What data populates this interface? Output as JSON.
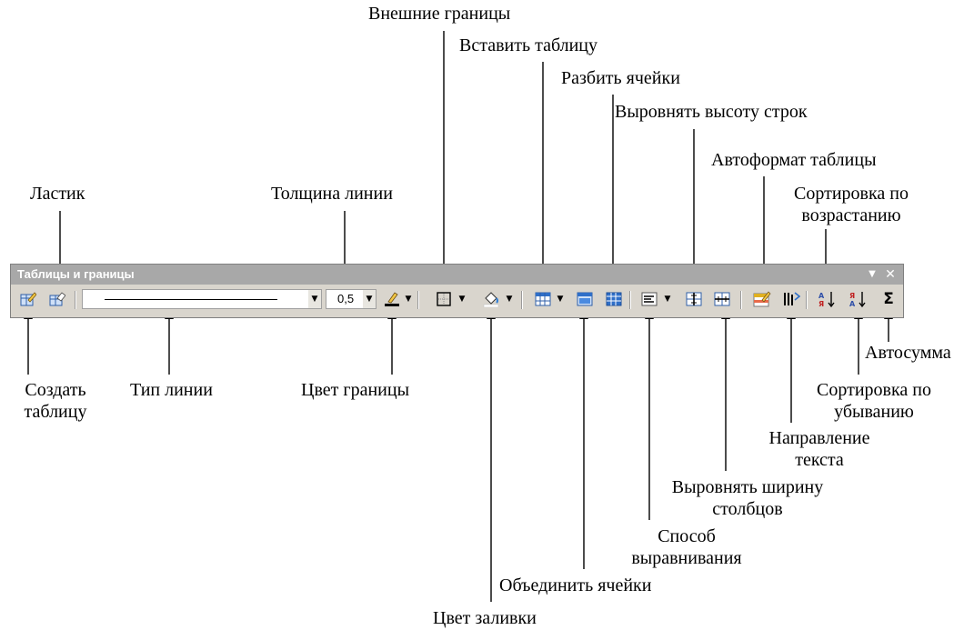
{
  "toolbar": {
    "title": "Таблицы и границы",
    "line_weight": "0,5",
    "sum_symbol": "Σ"
  },
  "labels": {
    "outer_borders": "Внешние границы",
    "insert_table": "Вставить таблицу",
    "split_cells": "Разбить ячейки",
    "distribute_rows": "Выровнять высоту строк",
    "autoformat": "Автоформат таблицы",
    "eraser": "Ластик",
    "line_weight": "Толщина линии",
    "sort_ascending_1": "Сортировка по",
    "sort_ascending_2": "возрастанию",
    "draw_table_1": "Создать",
    "draw_table_2": "таблицу",
    "line_style": "Тип линии",
    "border_color": "Цвет границы",
    "autosum": "Автосумма",
    "sort_descending_1": "Сортировка по",
    "sort_descending_2": "убыванию",
    "text_direction_1": "Направление",
    "text_direction_2": "текста",
    "distribute_cols_1": "Выровнять ширину",
    "distribute_cols_2": "столбцов",
    "align_1": "Способ",
    "align_2": "выравнивания",
    "merge_cells": "Объединить ячейки",
    "shading_color": "Цвет заливки"
  },
  "icons": [
    "draw-table-icon",
    "eraser-icon",
    "border-color-icon",
    "outside-border-icon",
    "shading-icon",
    "insert-table-icon",
    "merge-cells-icon",
    "split-cells-icon",
    "align-icon",
    "distribute-rows-icon",
    "distribute-columns-icon",
    "autoformat-icon",
    "text-direction-icon",
    "sort-ascending-icon",
    "sort-descending-icon",
    "autosum-icon"
  ]
}
